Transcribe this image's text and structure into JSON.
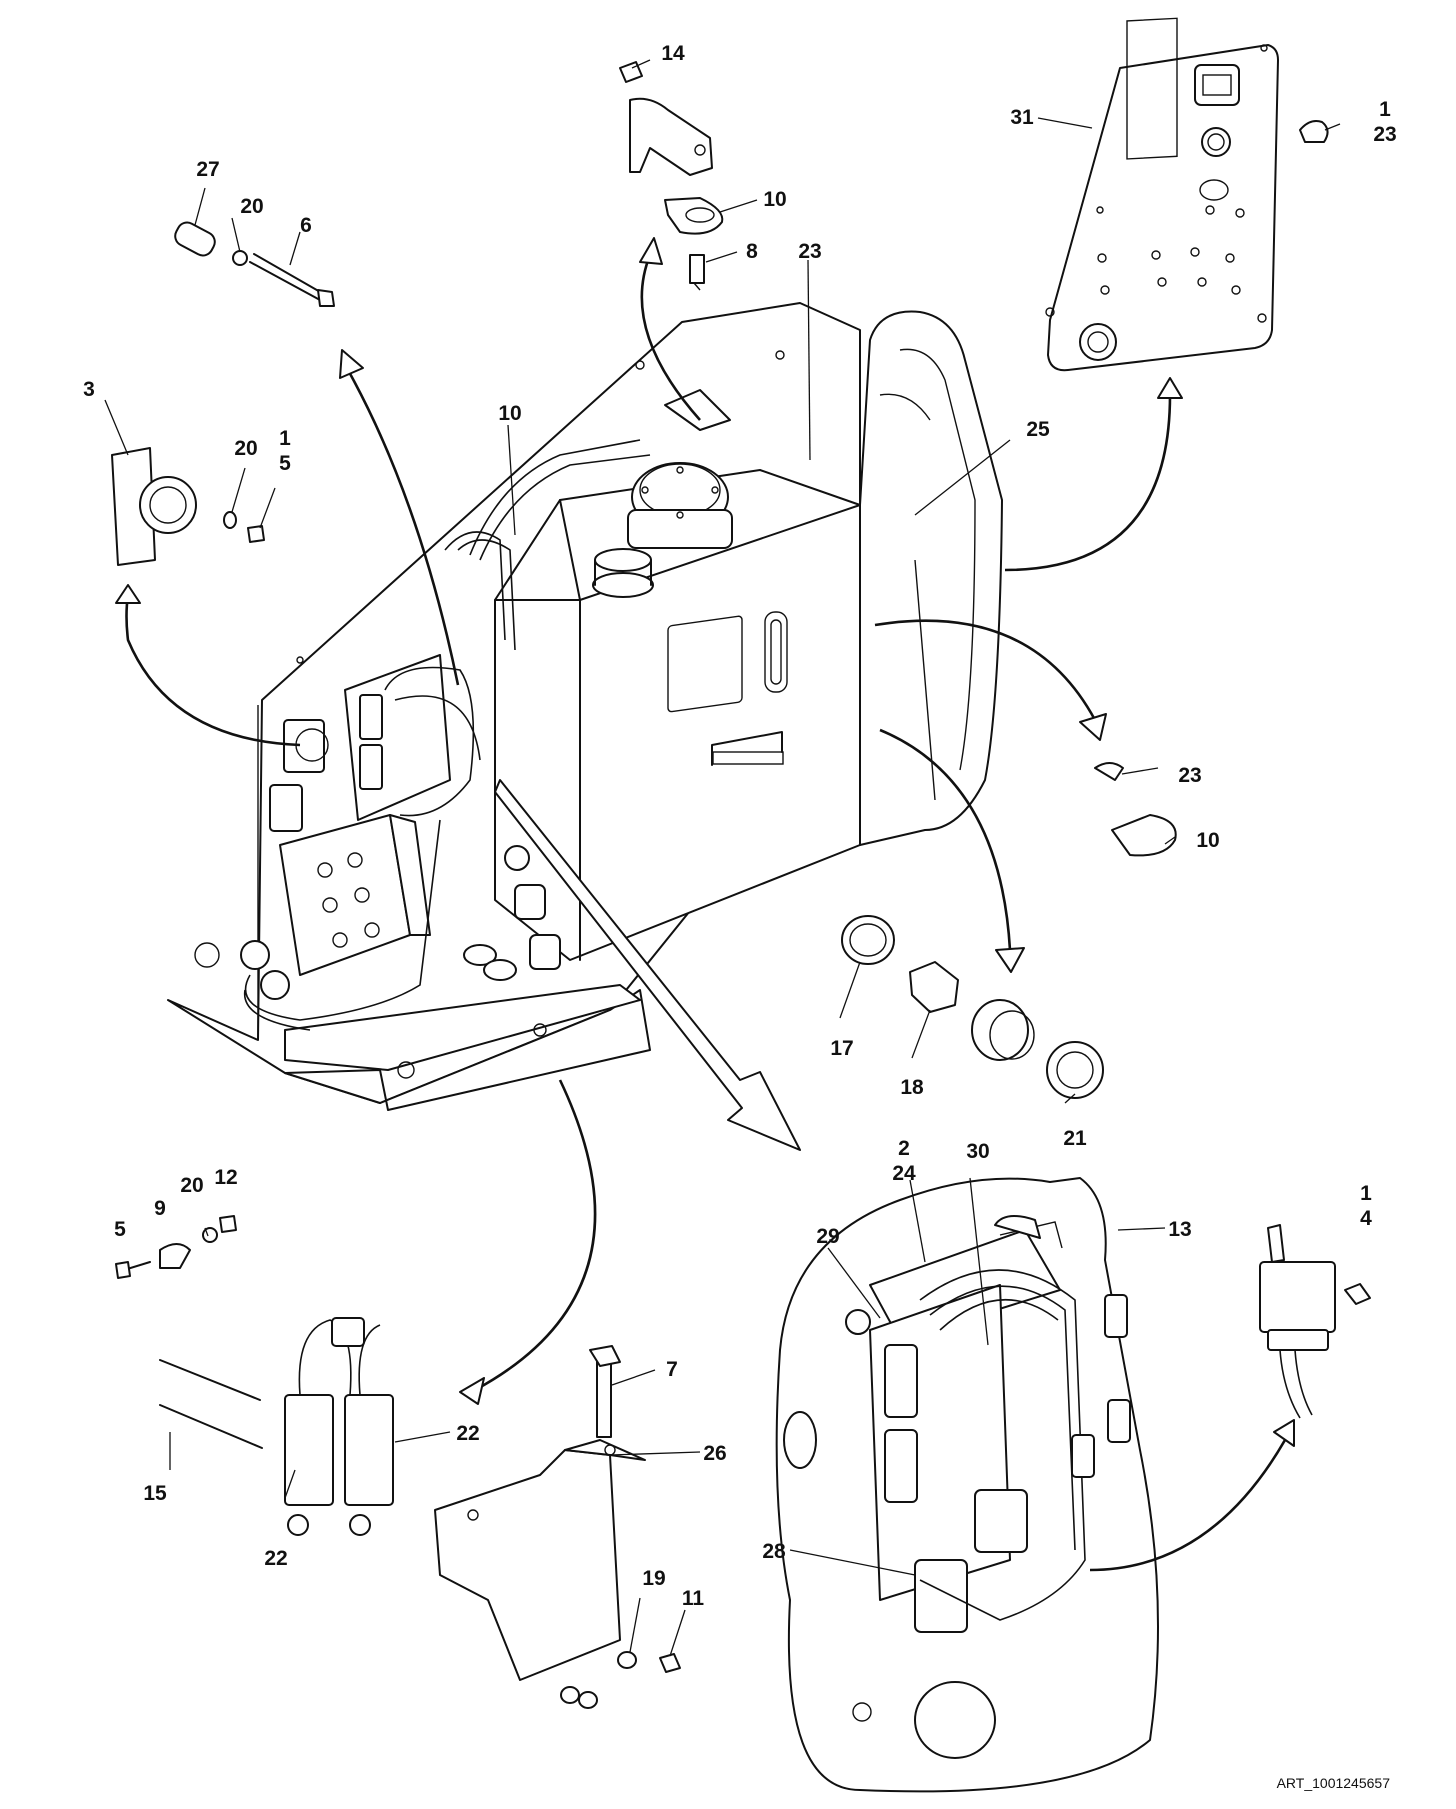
{
  "diagram": {
    "art_number": "ART_1001245657",
    "callouts": [
      {
        "id": "c14",
        "lines": [
          "14"
        ]
      },
      {
        "id": "c10a",
        "lines": [
          "10"
        ]
      },
      {
        "id": "c8",
        "lines": [
          "8"
        ]
      },
      {
        "id": "c23a",
        "lines": [
          "23"
        ]
      },
      {
        "id": "c31",
        "lines": [
          "31"
        ]
      },
      {
        "id": "c1-23",
        "lines": [
          "1",
          "23"
        ]
      },
      {
        "id": "c27",
        "lines": [
          "27"
        ]
      },
      {
        "id": "c20a",
        "lines": [
          "20"
        ]
      },
      {
        "id": "c6",
        "lines": [
          "6"
        ]
      },
      {
        "id": "c3",
        "lines": [
          "3"
        ]
      },
      {
        "id": "c20b",
        "lines": [
          "20"
        ]
      },
      {
        "id": "c1-5",
        "lines": [
          "1",
          "5"
        ]
      },
      {
        "id": "c10b",
        "lines": [
          "10"
        ]
      },
      {
        "id": "c25",
        "lines": [
          "25"
        ]
      },
      {
        "id": "c23b",
        "lines": [
          "23"
        ]
      },
      {
        "id": "c10c",
        "lines": [
          "10"
        ]
      },
      {
        "id": "c17",
        "lines": [
          "17"
        ]
      },
      {
        "id": "c18",
        "lines": [
          "18"
        ]
      },
      {
        "id": "c21",
        "lines": [
          "21"
        ]
      },
      {
        "id": "c2-24",
        "lines": [
          "2",
          "24"
        ]
      },
      {
        "id": "c30",
        "lines": [
          "30"
        ]
      },
      {
        "id": "c13",
        "lines": [
          "13"
        ]
      },
      {
        "id": "c1-4",
        "lines": [
          "1",
          "4"
        ]
      },
      {
        "id": "c29",
        "lines": [
          "29"
        ]
      },
      {
        "id": "c5",
        "lines": [
          "5"
        ]
      },
      {
        "id": "c9",
        "lines": [
          "9"
        ]
      },
      {
        "id": "c20c",
        "lines": [
          "20"
        ]
      },
      {
        "id": "c12",
        "lines": [
          "12"
        ]
      },
      {
        "id": "c7",
        "lines": [
          "7"
        ]
      },
      {
        "id": "c26",
        "lines": [
          "26"
        ]
      },
      {
        "id": "c22a",
        "lines": [
          "22"
        ]
      },
      {
        "id": "c22b",
        "lines": [
          "22"
        ]
      },
      {
        "id": "c15",
        "lines": [
          "15"
        ]
      },
      {
        "id": "c19",
        "lines": [
          "19"
        ]
      },
      {
        "id": "c11",
        "lines": [
          "11"
        ]
      },
      {
        "id": "c28",
        "lines": [
          "28"
        ]
      }
    ]
  }
}
